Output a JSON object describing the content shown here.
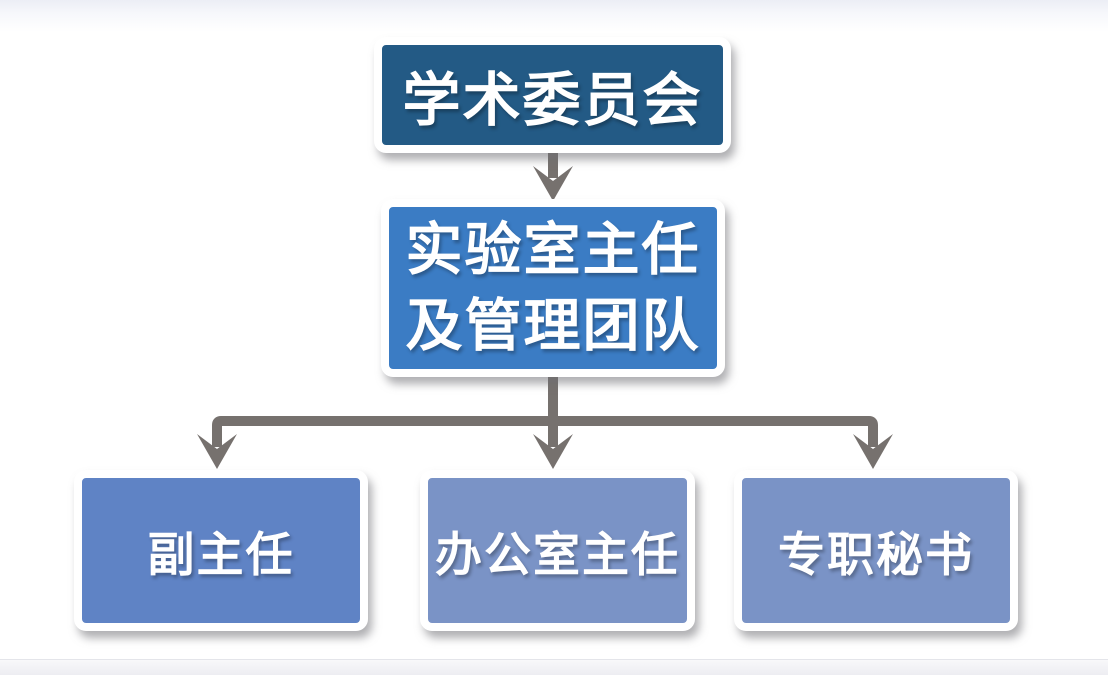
{
  "diagram": {
    "type": "org-chart",
    "nodes": {
      "academic_committee": {
        "label": "学术委员会",
        "bg": "#235A85"
      },
      "lab_director_team": {
        "label": "实验室主任\n及管理团队",
        "bg": "#3B7CC4"
      },
      "deputy_director": {
        "label": "副主任",
        "bg": "#5F83C5"
      },
      "office_director": {
        "label": "办公室主任",
        "bg": "#7A93C6"
      },
      "secretary": {
        "label": "专职秘书",
        "bg": "#7A93C6"
      }
    },
    "edges": [
      {
        "from": "academic_committee",
        "to": "lab_director_team"
      },
      {
        "from": "lab_director_team",
        "to": "deputy_director"
      },
      {
        "from": "lab_director_team",
        "to": "office_director"
      },
      {
        "from": "lab_director_team",
        "to": "secretary"
      }
    ],
    "connector_color": "#76716E",
    "text_color": "#FFFFFF"
  }
}
